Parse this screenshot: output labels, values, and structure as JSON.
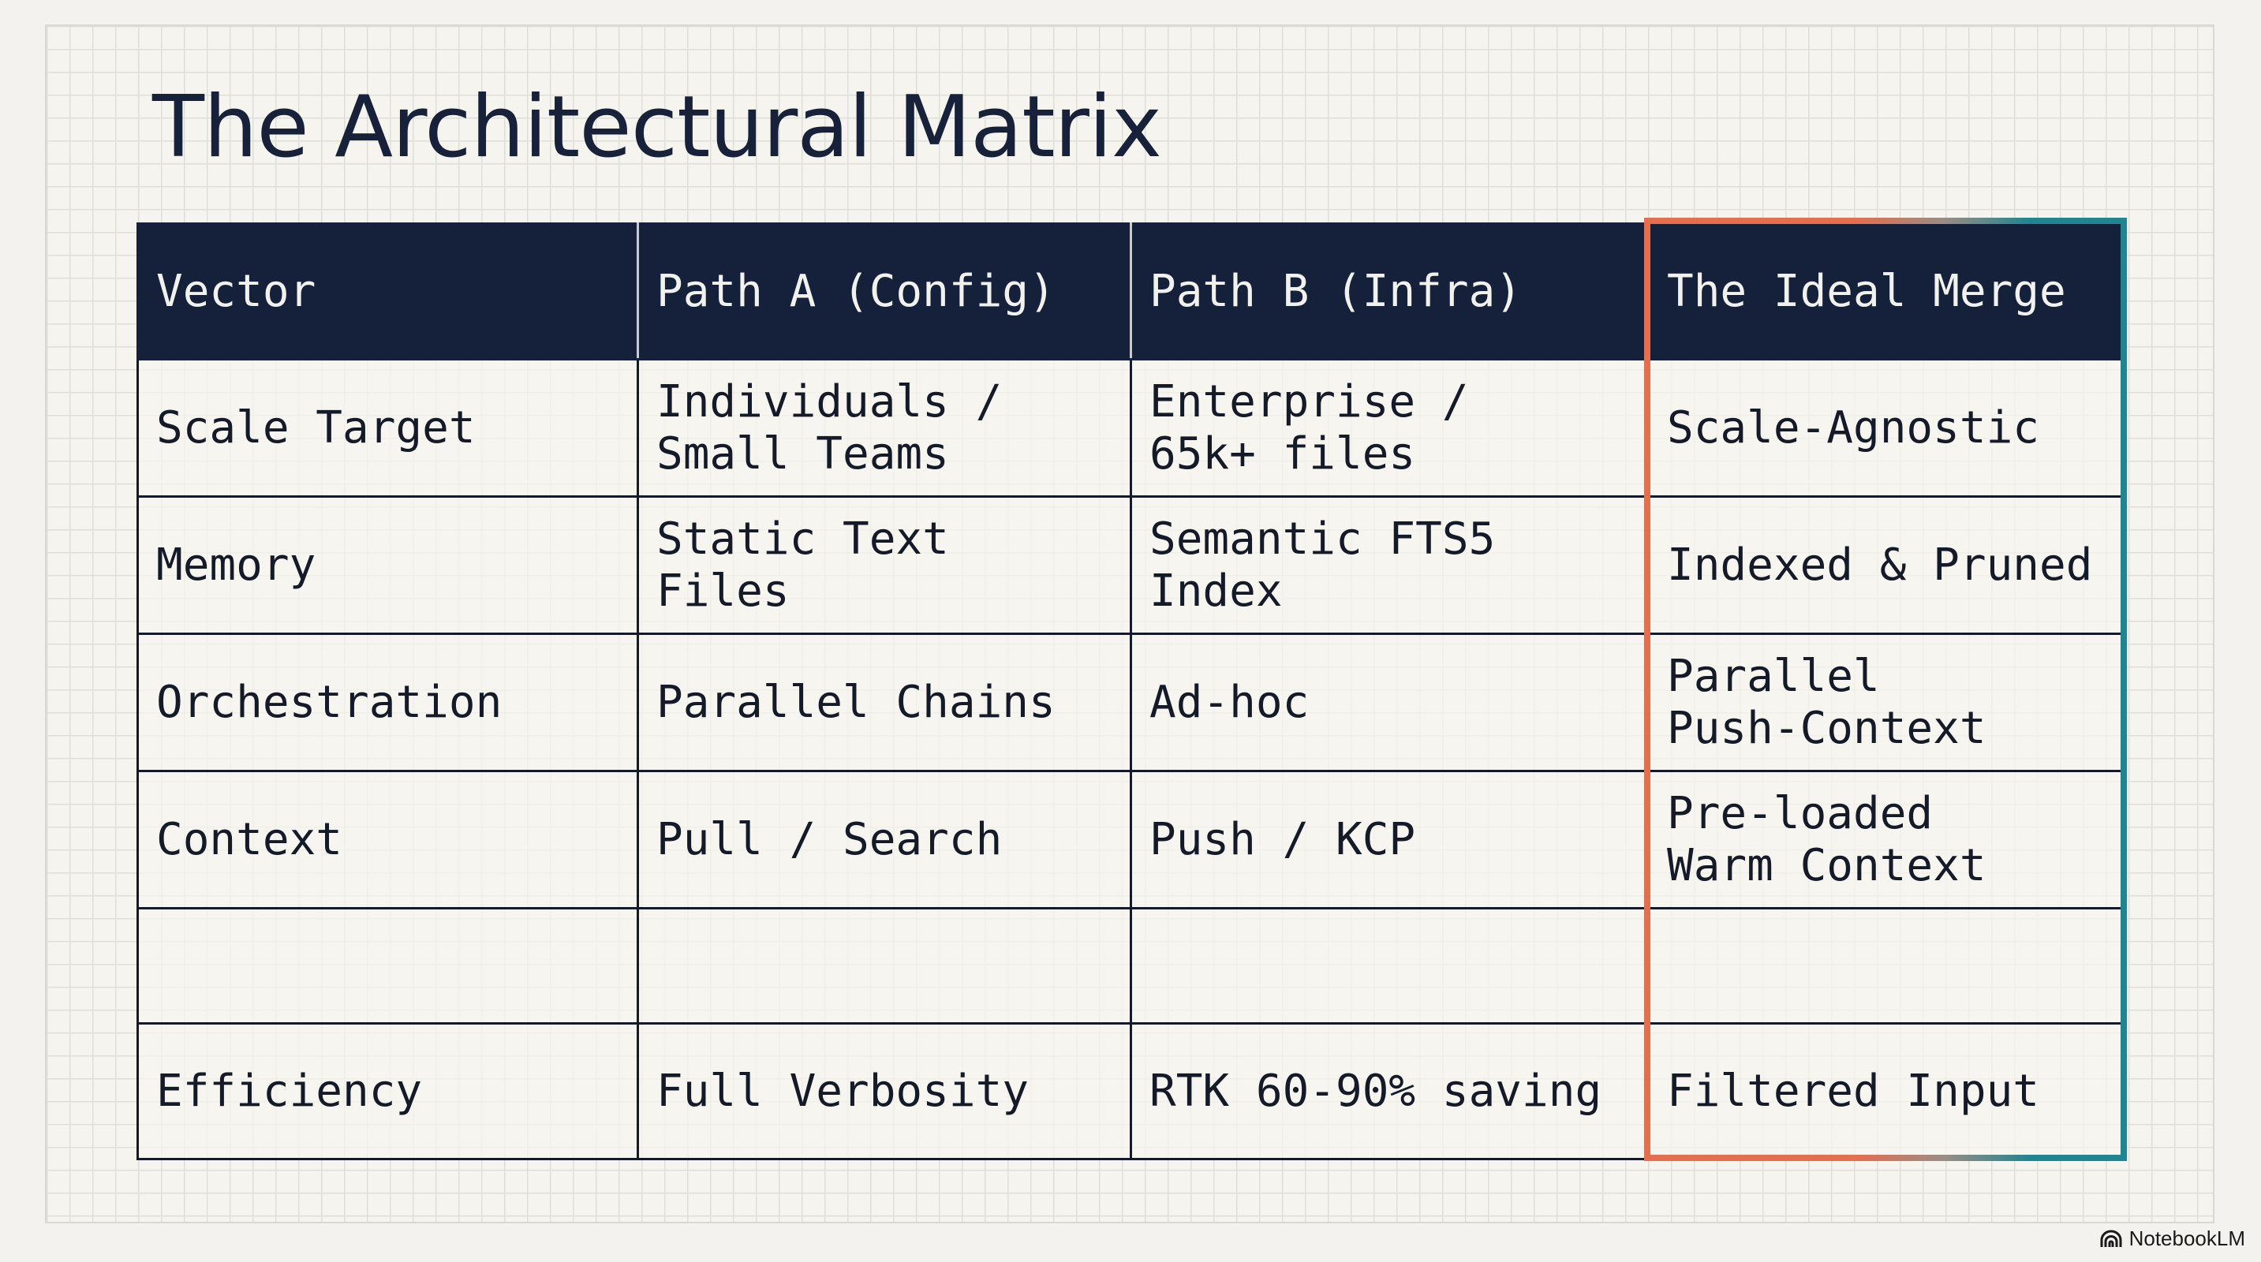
{
  "title": "The Architectural Matrix",
  "table": {
    "headers": [
      "Vector",
      "Path A (Config)",
      "Path B (Infra)",
      "The Ideal Merge"
    ],
    "rows": [
      [
        "Scale Target",
        "Individuals /\nSmall Teams",
        "Enterprise /\n65k+ files",
        "Scale-Agnostic"
      ],
      [
        "Memory",
        "Static Text\nFiles",
        "Semantic FTS5\nIndex",
        "Indexed & Pruned"
      ],
      [
        "Orchestration",
        "Parallel Chains",
        "Ad-hoc",
        "Parallel\nPush-Context"
      ],
      [
        "Context",
        "Pull / Search",
        "Push / KCP",
        "Pre-loaded\nWarm Context"
      ],
      [
        "",
        "",
        "",
        ""
      ],
      [
        "Efficiency",
        "Full Verbosity",
        "RTK 60-90% saving",
        "Filtered Input"
      ]
    ]
  },
  "highlight": {
    "column": "The Ideal Merge",
    "colors": {
      "left": "#e56e4f",
      "right": "#1f8590"
    }
  },
  "brand": {
    "name": "NotebookLM",
    "icon": "notebooklm-logo-icon"
  },
  "colors": {
    "header_bg": "#15203a",
    "text": "#141a28",
    "background": "#f5f4ef"
  }
}
